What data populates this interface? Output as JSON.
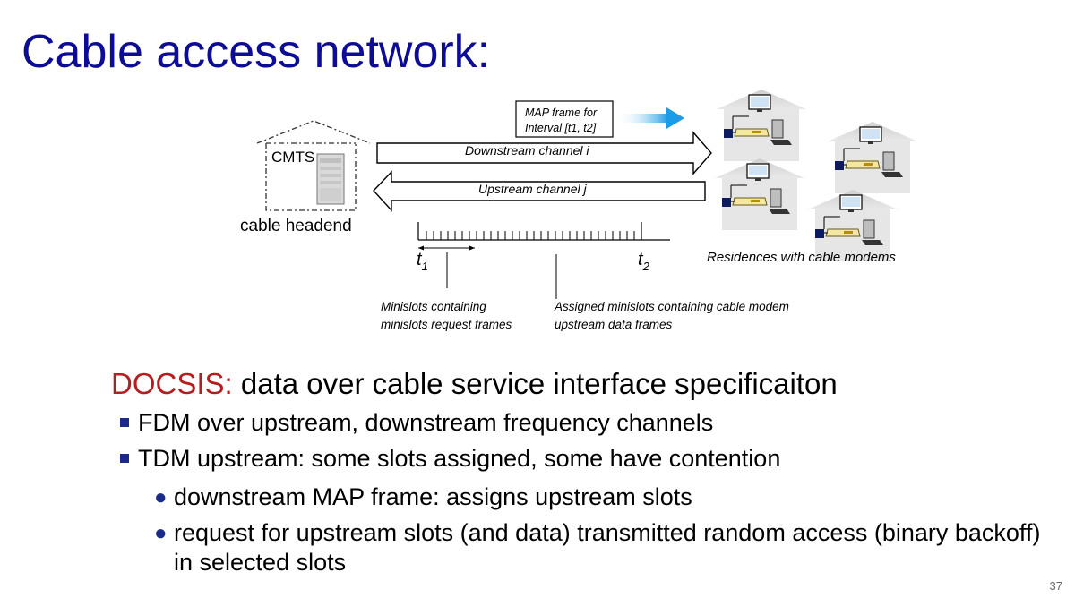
{
  "title": "Cable access network:",
  "diagram": {
    "cmts_label": "CMTS",
    "headend_label": "cable headend",
    "map_frame_line1": "MAP frame for",
    "map_frame_line2": "Interval [t1, t2]",
    "downstream_label": "Downstream channel i",
    "upstream_label": "Upstream channel j",
    "t1_main": "t",
    "t1_sub": "1",
    "t2_main": "t",
    "t2_sub": "2",
    "residences_label": "Residences with cable modems",
    "minislots_line1": "Minislots containing",
    "minislots_line2": "minislots request frames",
    "assigned_line1": "Assigned minislots containing cable modem",
    "assigned_line2": "upstream data frames"
  },
  "docsis": {
    "keyword": "DOCSIS:",
    "rest": " data over cable service interface specificaiton"
  },
  "bullets": [
    {
      "text": "FDM over upstream, downstream frequency channels"
    },
    {
      "text": "TDM upstream: some slots assigned, some have contention"
    }
  ],
  "subbullets": [
    {
      "text": "downstream MAP frame: assigns upstream slots"
    },
    {
      "text": "request for upstream slots (and data) transmitted random access (binary backoff) in selected slots"
    }
  ],
  "page_number": "37",
  "colors": {
    "title": "#0c0c96",
    "docsis_keyword": "#b41e1e",
    "bullet_marker": "#1b2a8a",
    "map_arrow": "#1e9be6"
  }
}
